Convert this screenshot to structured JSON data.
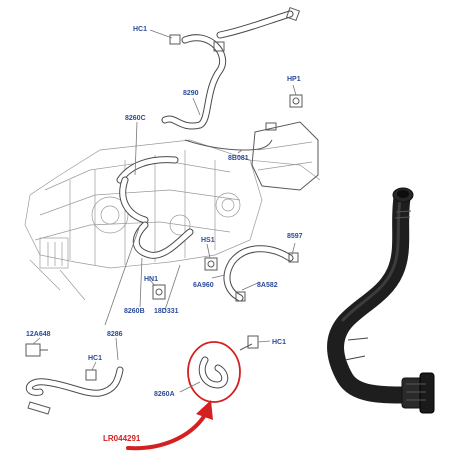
{
  "callouts": {
    "hc1_top": "HC1",
    "p8290": "8290",
    "hp1": "HP1",
    "p8260c": "8260C",
    "p8b081": "8B081",
    "p8597": "8597",
    "hs1": "HS1",
    "p6a960": "6A960",
    "p8a582": "8A582",
    "hn1": "HN1",
    "p8260b": "8260B",
    "p18d331": "18D331",
    "p12a648": "12A648",
    "p8286": "8286",
    "hc1_left": "HC1",
    "hc1_right": "HC1",
    "p8260a": "8260A"
  },
  "part_number": "LR044291",
  "colors": {
    "callout_text": "#2a4a9a",
    "part_number": "#d42020",
    "highlight_ring": "#d42020",
    "hose_photo": "#1e1e1e"
  }
}
